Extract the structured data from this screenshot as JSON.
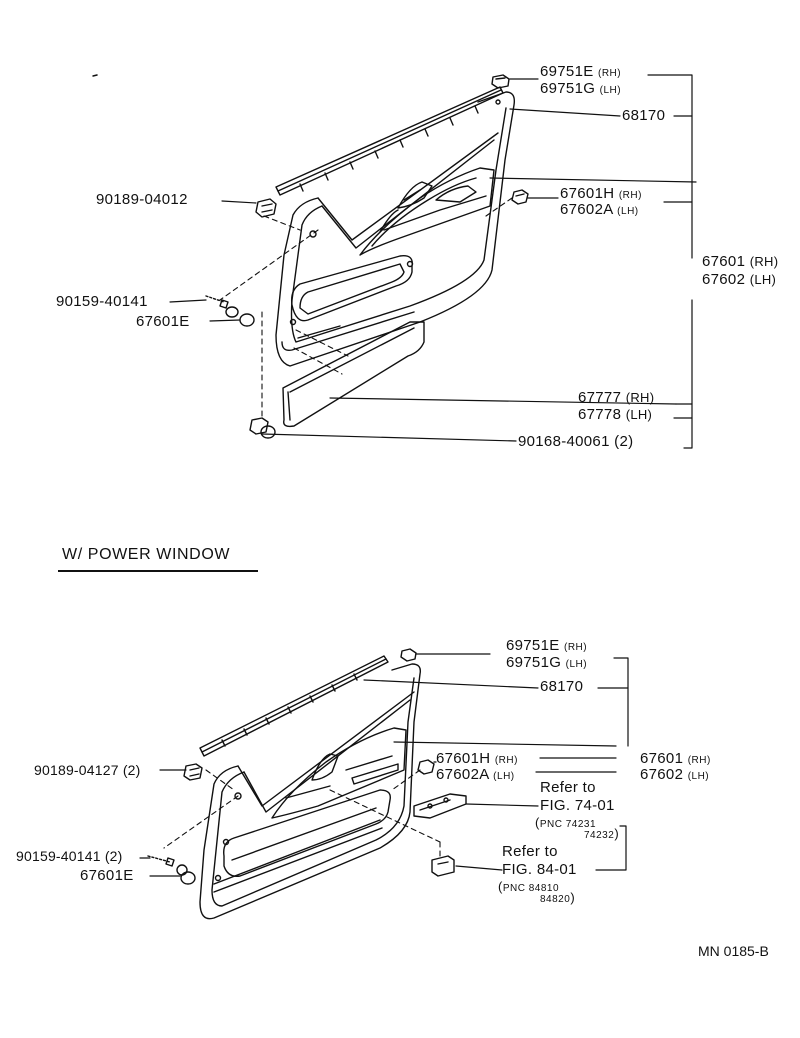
{
  "section_title": "W/ POWER WINDOW",
  "ref_code": "MN  0185-B",
  "top": {
    "p69751e": "69751E",
    "p69751g": "69751G",
    "p68170": "68170",
    "p90189": "90189-04012",
    "p67601h": "67601H",
    "p67602a": "67602A",
    "p67601": "67601",
    "p67602": "67602",
    "p90159": "90159-40141",
    "p67601e": "67601E",
    "p67777": "67777",
    "p67778": "67778",
    "p90168": "90168-40061 (2)"
  },
  "bottom": {
    "p69751e": "69751E",
    "p69751g": "69751G",
    "p68170": "68170",
    "p90189": "90189-04127 (2)",
    "p67601h": "67601H",
    "p67602a": "67602A",
    "p67601": "67601",
    "p67602": "67602",
    "p90159": "90159-40141 (2)",
    "p67601e": "67601E",
    "refer1": "Refer to",
    "fig74": "FIG. 74-01",
    "pnc1a": "PNC 74231",
    "pnc1b": "74232",
    "refer2": "Refer to",
    "fig84": "FIG. 84-01",
    "pnc2a": "PNC 84810",
    "pnc2b": "84820"
  },
  "side": {
    "rh": "(RH)",
    "lh": "(LH)"
  },
  "paren": {
    "open": "(",
    "close": ")"
  }
}
